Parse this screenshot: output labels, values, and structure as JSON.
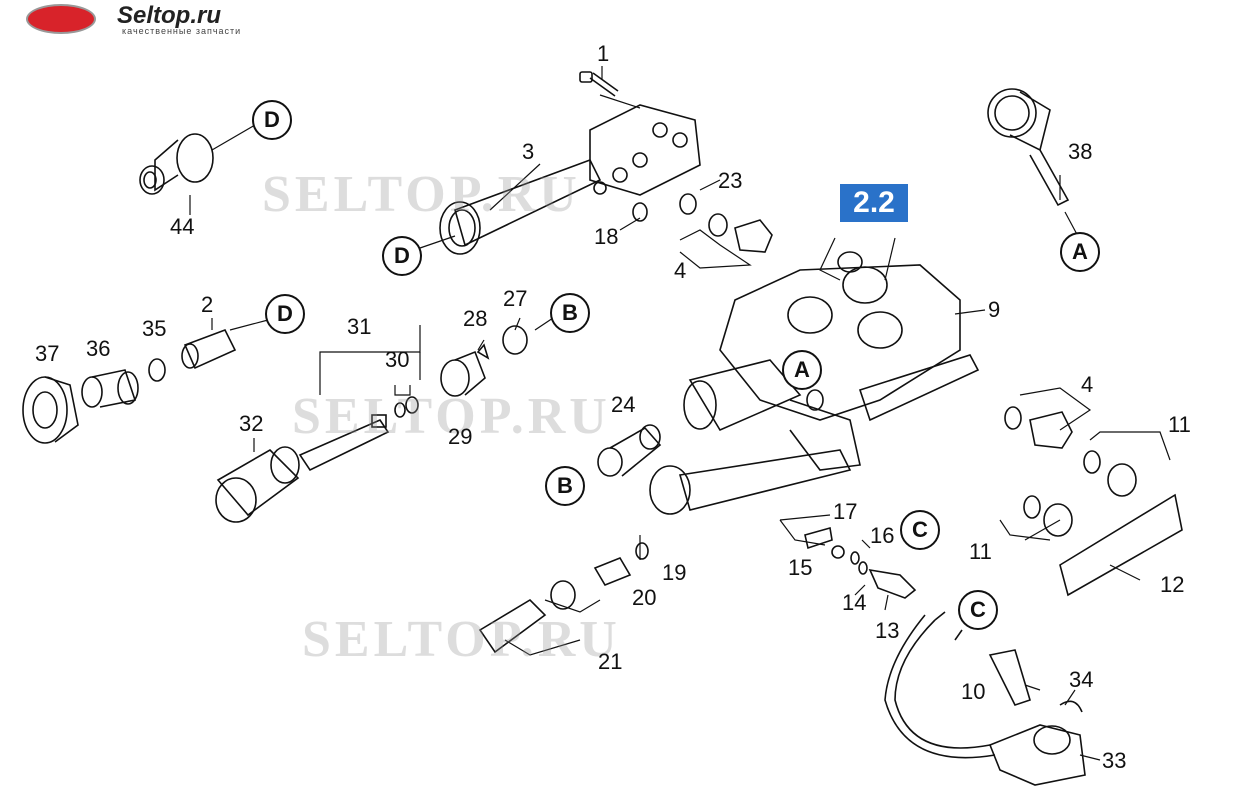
{
  "brand": {
    "name": "Seltop.ru",
    "tagline": "качественные запчасти"
  },
  "watermarks": [
    "SELTOP.RU",
    "SELTOP.RU",
    "SELTOP.RU"
  ],
  "badge": "2.2",
  "parts": [
    "1",
    "2",
    "3",
    "4",
    "4",
    "9",
    "10",
    "11",
    "11",
    "12",
    "13",
    "14",
    "15",
    "16",
    "17",
    "18",
    "19",
    "20",
    "21",
    "23",
    "24",
    "27",
    "28",
    "29",
    "30",
    "31",
    "32",
    "33",
    "34",
    "35",
    "36",
    "37",
    "38",
    "44"
  ],
  "callouts": [
    "D",
    "D",
    "D",
    "A",
    "A",
    "B",
    "B",
    "C",
    "C"
  ],
  "colors": {
    "badge": "#2a72c9",
    "logo_red": "#d8232a",
    "line": "#111111",
    "watermark": "#969696"
  }
}
